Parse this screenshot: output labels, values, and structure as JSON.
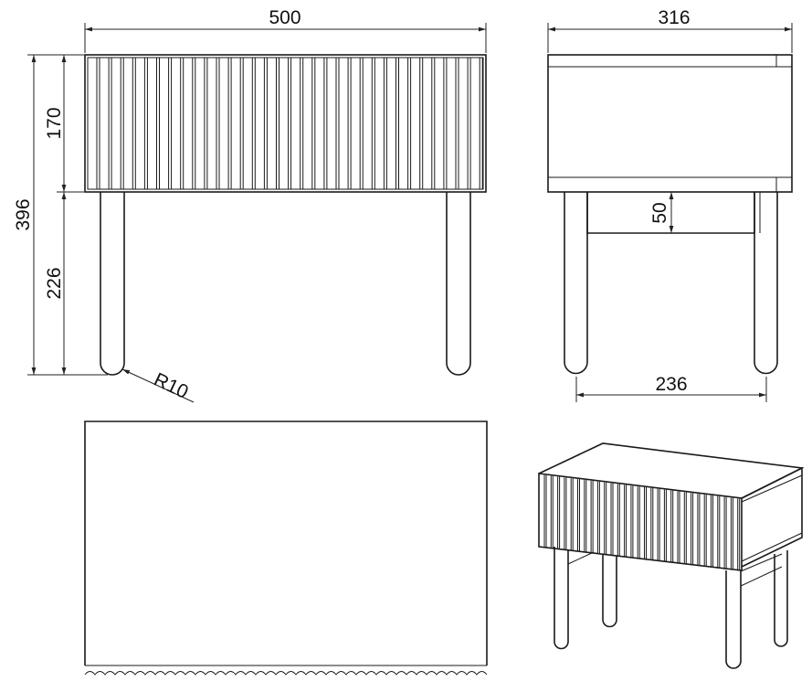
{
  "dimensions": {
    "width": "500",
    "depth": "316",
    "total_height": "396",
    "body_height": "170",
    "leg_height": "226",
    "drawer_depth": "50",
    "leg_spacing": "236",
    "leg_radius": "R10"
  },
  "colors": {
    "line": "#1a1a1a",
    "background": "#ffffff"
  }
}
